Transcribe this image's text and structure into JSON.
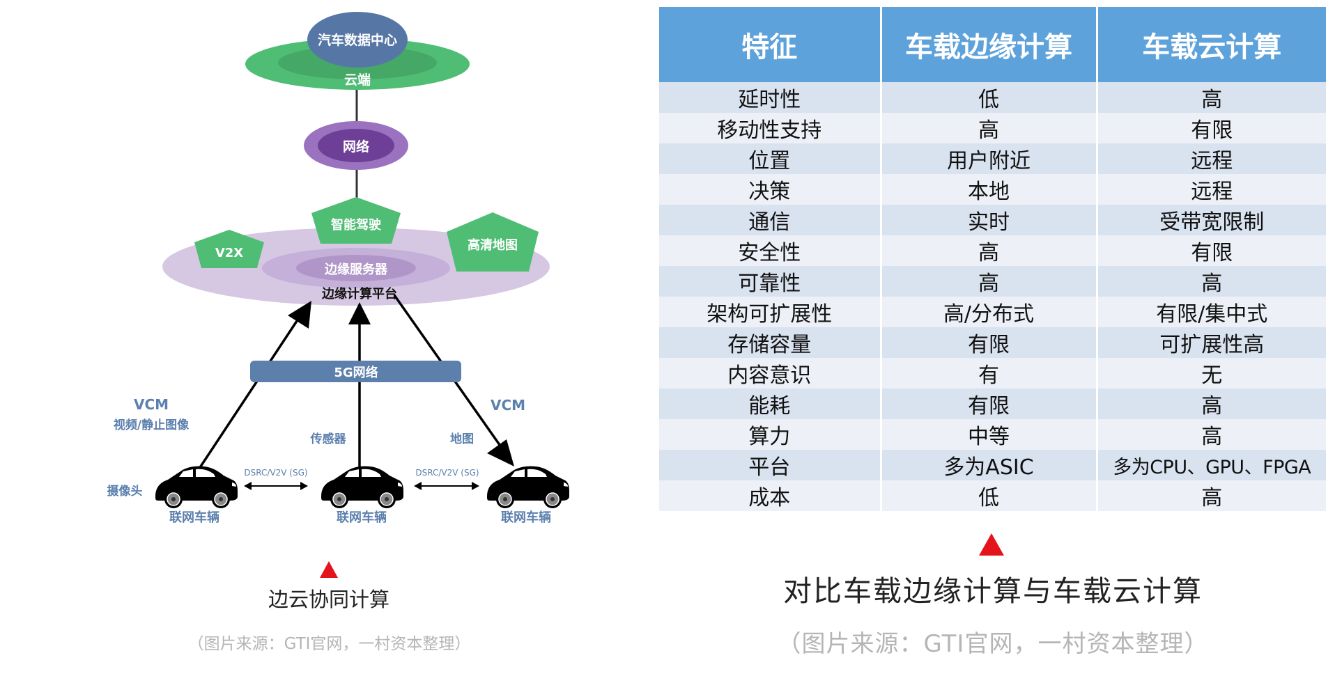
{
  "left_figure": {
    "cloud": {
      "data_center_label": "汽车数据中心",
      "label": "云端"
    },
    "network": {
      "label": "网络"
    },
    "edge_platform": {
      "label": "边缘计算平台",
      "server_label": "边缘服务器",
      "services": [
        "智能驾驶",
        "V2X",
        "高清地图"
      ]
    },
    "bar_5g": {
      "label": "5G网络"
    },
    "labels": {
      "vcm_left": "VCM",
      "vcm_left_sub": "视频/静止图像",
      "camera": "摄像头",
      "sensor": "传感器",
      "map": "地图",
      "vcm_right": "VCM",
      "dsrc_1": "DSRC/V2V (SG)",
      "dsrc_2": "DSRC/V2V (SG)"
    },
    "vehicles": [
      "联网车辆",
      "联网车辆",
      "联网车辆"
    ],
    "caption": "边云协同计算",
    "source": "（图片来源：GTI官网，一村资本整理）"
  },
  "right_figure": {
    "table": {
      "headers": [
        "特征",
        "车载边缘计算",
        "车载云计算"
      ],
      "rows": [
        [
          "延时性",
          "低",
          "高"
        ],
        [
          "移动性支持",
          "高",
          "有限"
        ],
        [
          "位置",
          "用户附近",
          "远程"
        ],
        [
          "决策",
          "本地",
          "远程"
        ],
        [
          "通信",
          "实时",
          "受带宽限制"
        ],
        [
          "安全性",
          "高",
          "有限"
        ],
        [
          "可靠性",
          "高",
          "高"
        ],
        [
          "架构可扩展性",
          "高/分布式",
          "有限/集中式"
        ],
        [
          "存储容量",
          "有限",
          "可扩展性高"
        ],
        [
          "内容意识",
          "有",
          "无"
        ],
        [
          "能耗",
          "有限",
          "高"
        ],
        [
          "算力",
          "中等",
          "高"
        ],
        [
          "平台",
          "多为ASIC",
          "多为CPU、GPU、FPGA"
        ],
        [
          "成本",
          "低",
          "高"
        ]
      ]
    },
    "caption": "对比车载边缘计算与车载云计算",
    "source": "（图片来源：GTI官网，一村资本整理）"
  },
  "colors": {
    "cloud_green": "#4fbd74",
    "data_center_blue": "#5677a6",
    "network_purple": "#7d4fa6",
    "edge_platform_lavender": "#d6c8e3",
    "edge_server_purple": "#b49bcc",
    "bar_5g_blue": "#5c7fab",
    "label_blue": "#5b7fae",
    "table_header_blue": "#5ea2db",
    "row_dark": "#d9e2ef",
    "row_light": "#edf1f7",
    "caption_triangle_red": "#e3141b",
    "source_gray": "#b5b5b5"
  }
}
